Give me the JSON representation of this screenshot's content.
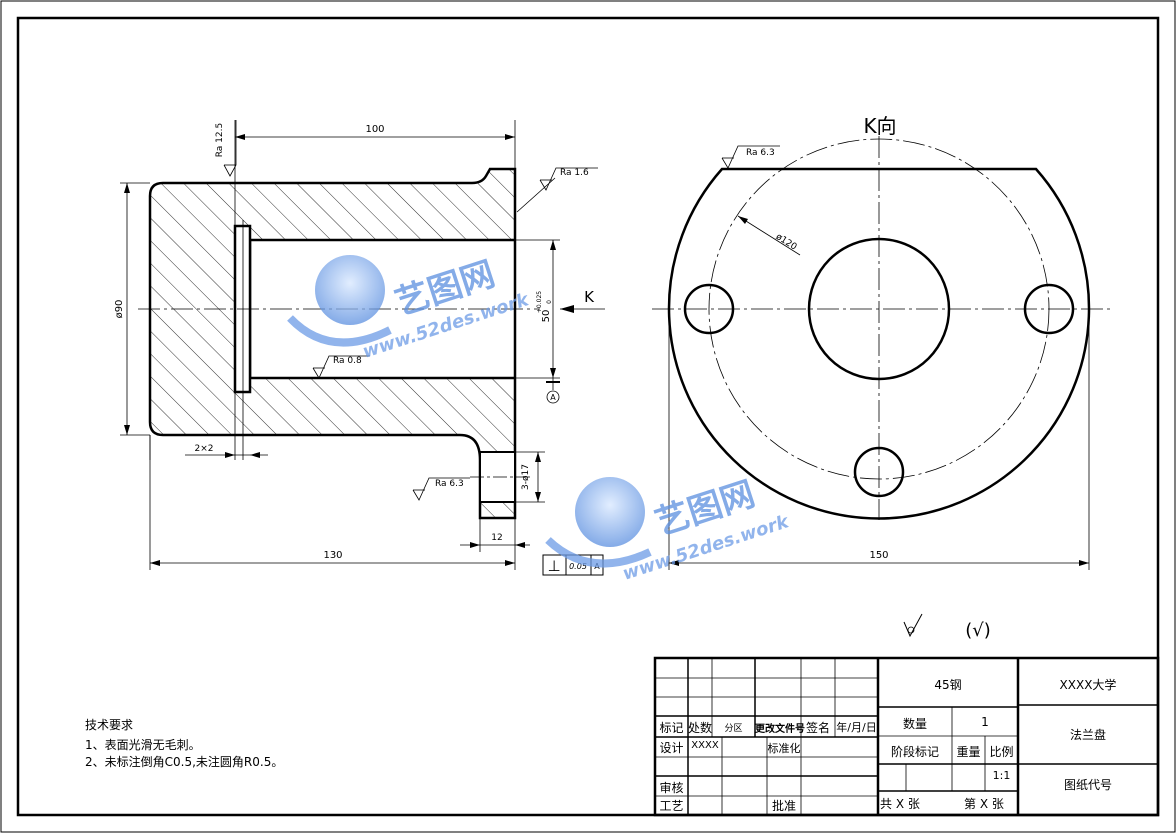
{
  "front_view": {
    "dim_total_length": "100",
    "dim_overall_length": "130",
    "dim_outer_diameter": "ø90",
    "dim_bore": "50",
    "dim_bore_tol_upper": "+0.025",
    "dim_bore_tol_lower": "0",
    "dim_chamfer": "2×2",
    "dim_hole": "3-ø17",
    "dim_flange_thickness": "12",
    "roughness_left": "Ra 12.5",
    "roughness_right": "Ra 1.6",
    "roughness_bore": "Ra 0.8",
    "roughness_flange": "Ra 6.3",
    "datum_label": "A",
    "view_arrow_label": "K",
    "gdt_symbol": "⊥",
    "gdt_tolerance": "0.05",
    "gdt_datum": "A"
  },
  "side_view": {
    "title": "K向",
    "roughness": "Ra 6.3",
    "dim_pcd": "ø120",
    "dim_width": "150"
  },
  "surface_finish_note": "(√)",
  "watermark": {
    "brand": "艺图网",
    "url": "www.52des.work"
  },
  "tech_requirements": {
    "title": "技术要求",
    "items": [
      "1、表面光滑无毛刺。",
      "2、未标注倒角C0.5,未注圆角R0.5。"
    ]
  },
  "title_block": {
    "material": "45钢",
    "school": "XXXX大学",
    "part_name": "法兰盘",
    "drawing_code_label": "图纸代号",
    "quantity_label": "数量",
    "quantity": "1",
    "stage_label": "阶段标记",
    "weight_label": "重量",
    "scale_label": "比例",
    "scale": "1:1",
    "total_sheets": "共  X  张",
    "sheet_no": "第  X  张",
    "mark": "标记",
    "count": "处数",
    "zone": "分区",
    "change_doc": "更改文件号",
    "signature": "签名",
    "date": "年/月/日",
    "design": "设计",
    "designer": "XXXX",
    "standardize": "标准化",
    "review": "审核",
    "process": "工艺",
    "approve": "批准"
  }
}
